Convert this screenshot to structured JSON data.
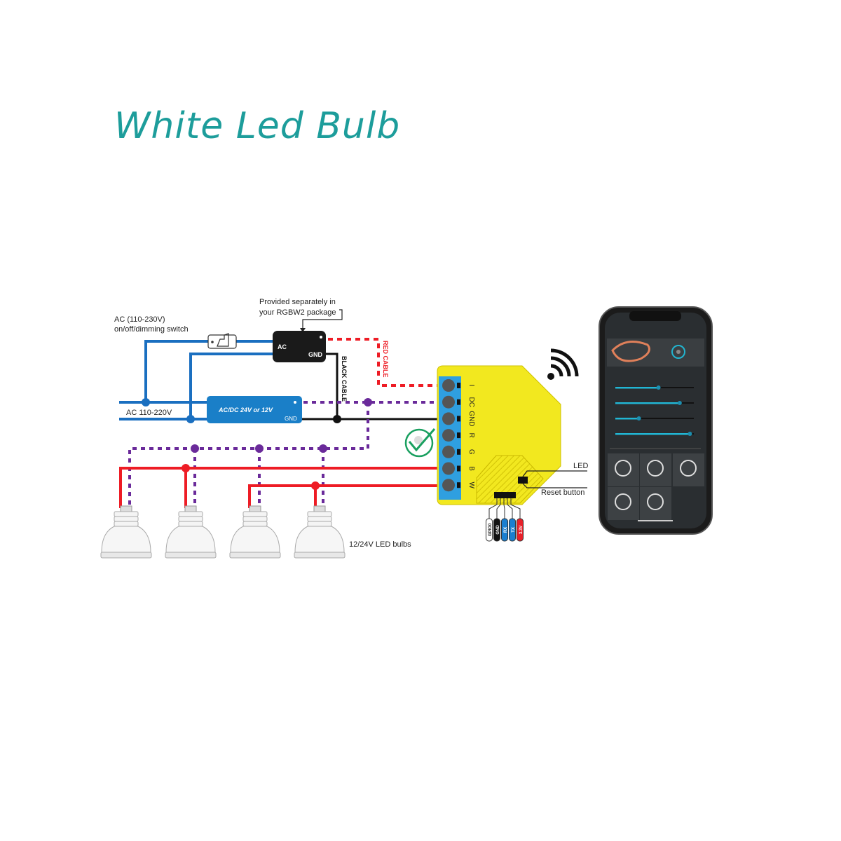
{
  "title": "White Led Bulb",
  "labels": {
    "switch": [
      "AC (110-230V)",
      "on/off/dimming switch"
    ],
    "provided": [
      "Provided separately in",
      "your RGBW2 package"
    ],
    "ac_main": "AC 110-220V",
    "adapter_ac": "AC",
    "adapter_gnd": "GND",
    "psu": "AC/DC 24V or 12V",
    "psu_gnd": "GND",
    "black_cable": "BLACK CABLE",
    "red_cable": "RED CABLE",
    "led": "LED",
    "reset": "Reset button",
    "bulbs": "12/24V LED bulbs"
  },
  "device": {
    "terminals": [
      "I",
      "DC",
      "GND",
      "R",
      "G",
      "B",
      "W"
    ],
    "header_pins": [
      {
        "label": "GPIO0",
        "color": "#ffffff"
      },
      {
        "label": "GND",
        "color": "#111111"
      },
      {
        "label": "RX",
        "color": "#1a7fd0"
      },
      {
        "label": "TX",
        "color": "#1a7fd0"
      },
      {
        "label": "3.3V",
        "color": "#e8202a"
      }
    ]
  },
  "colors": {
    "title": "#1d9d9b",
    "ac_wire": "#1a6fc0",
    "red_wire": "#ee1c25",
    "purple_wire": "#6a2a9a",
    "device": "#f2e81f",
    "terminal_block": "#2f9fe0"
  },
  "icons": [
    "wifi-icon",
    "checkmark-icon",
    "switch-icon",
    "smartphone-app"
  ]
}
